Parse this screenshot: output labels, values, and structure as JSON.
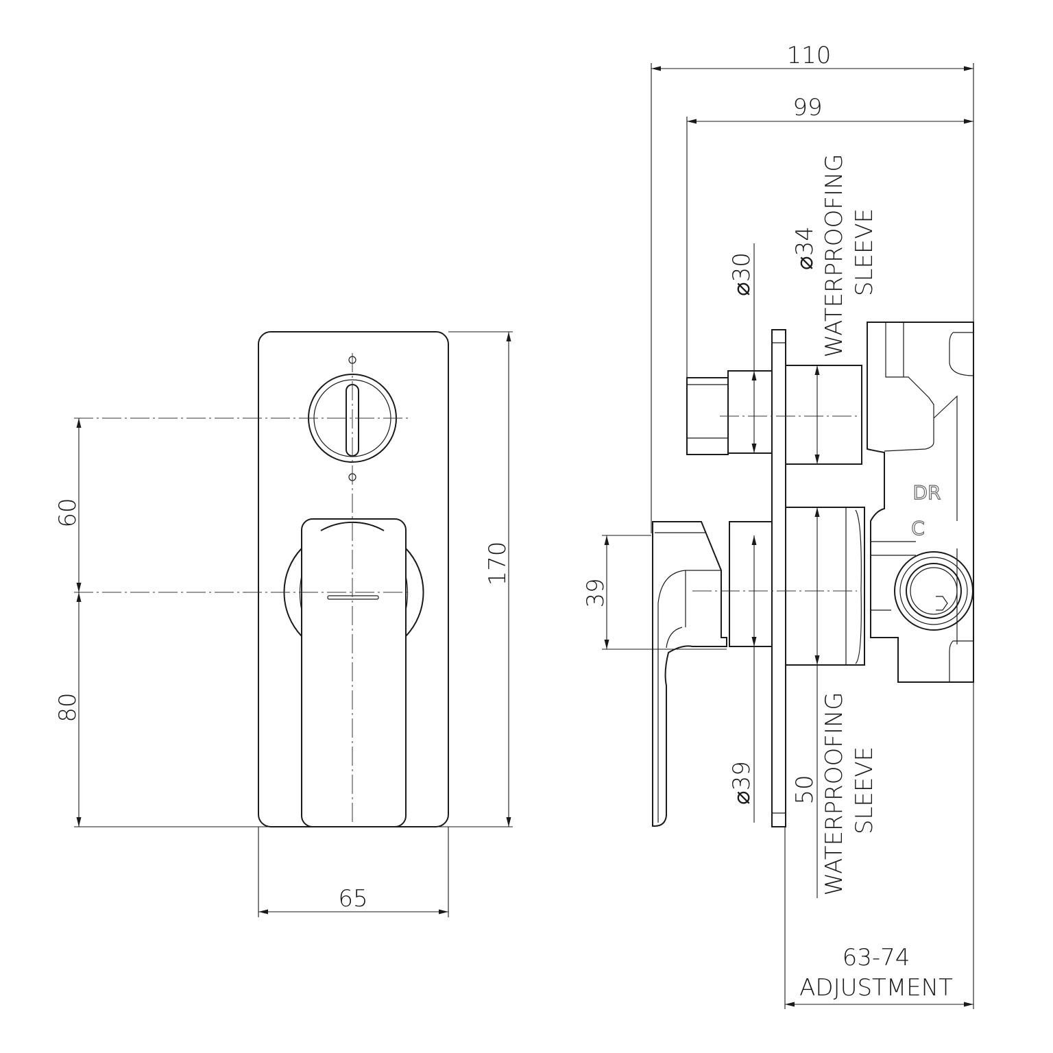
{
  "front_view": {
    "dims": {
      "height_total": "170",
      "width": "65",
      "upper_offset": "60",
      "lower_offset": "80"
    }
  },
  "side_view": {
    "dims": {
      "overall_depth": "110",
      "body_depth": "99",
      "upper_diameter": "⌀30",
      "upper_sleeve_diameter": "⌀34",
      "lever_diameter": "⌀39",
      "lever_height": "39",
      "lower_sleeve_diameter": "50",
      "adjustment_range": "63-74",
      "adjustment_label": "ADJUSTMENT"
    },
    "sleeve_label_line1": "WATERPROOFING",
    "sleeve_label_line2": "SLEEVE",
    "body_markings": {
      "dr": "DR",
      "c": "C"
    }
  }
}
